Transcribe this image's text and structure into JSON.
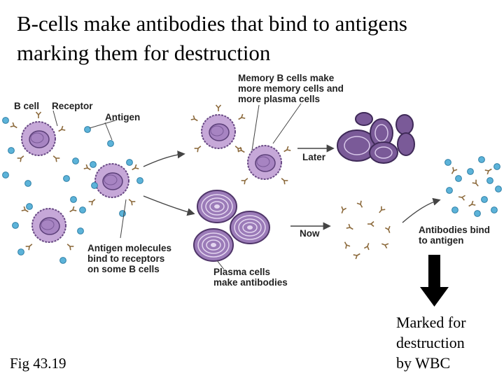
{
  "title": {
    "line1": "B-cells make antibodies that bind to antigens",
    "line2": "marking them for destruction"
  },
  "figure_caption": "Fig 43.19",
  "marked_note": {
    "line1": "Marked for",
    "line2": "destruction",
    "line3": "by WBC"
  },
  "diagram": {
    "labels": {
      "b_cell": "B cell",
      "receptor": "Receptor",
      "antigen": "Antigen",
      "memory": [
        "Memory B cells make",
        "more memory cells and",
        "more plasma cells"
      ],
      "later": "Later",
      "now": "Now",
      "antigen_molecules": [
        "Antigen molecules",
        "bind to receptors",
        "on some B cells"
      ],
      "plasma": [
        "Plasma cells",
        "make antibodies"
      ],
      "antibodies_bind": [
        "Antibodies bind",
        "to antigen"
      ]
    },
    "colors": {
      "b_cell_fill": "#c6a8d8",
      "b_cell_outline": "#6a4a86",
      "nucleus": "#a784c2",
      "antigen": "#5cb3d9",
      "antibody": "#8c6a3c",
      "plasma_fill": "#9b7bb8",
      "arrow_marker": "#000000"
    }
  }
}
